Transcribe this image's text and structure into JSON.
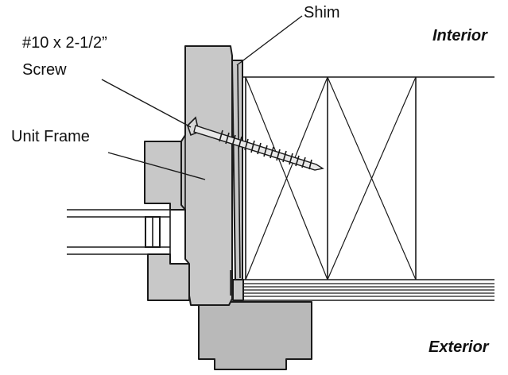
{
  "labels": {
    "shim": "Shim",
    "interior": "Interior",
    "screw_line1": "#10 x 2-1/2”",
    "screw_line2": "Screw",
    "unit_frame": "Unit Frame",
    "exterior": "Exterior"
  },
  "colors": {
    "frame_fill": "#c8c8c8",
    "outline": "#1a1a1a",
    "background": "#ffffff"
  }
}
